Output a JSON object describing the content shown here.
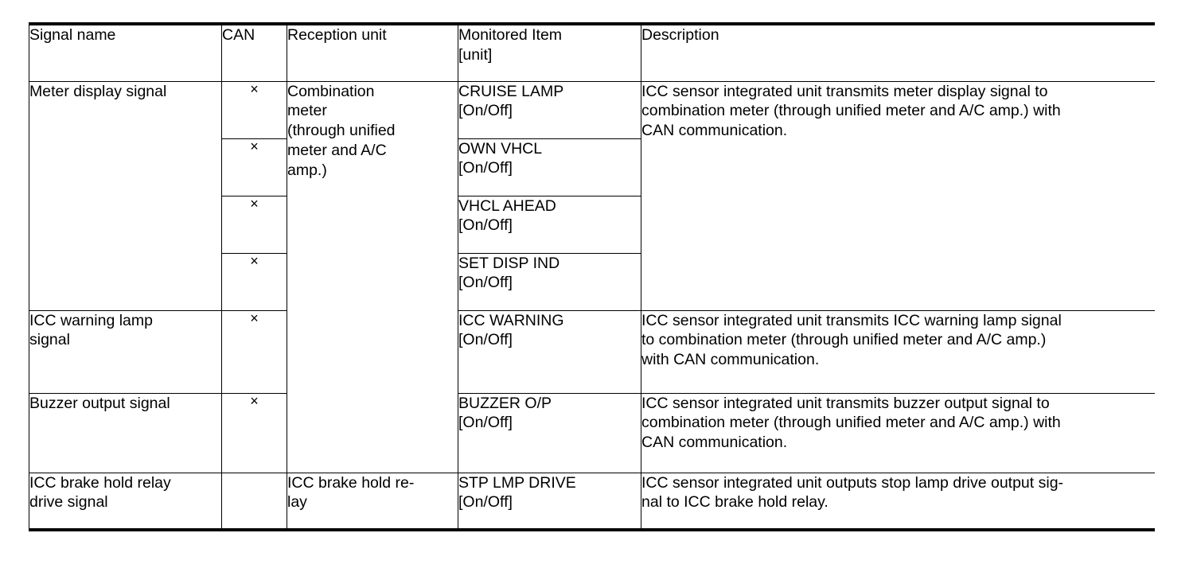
{
  "table": {
    "columns": [
      {
        "key": "signal_name",
        "label": "Signal name"
      },
      {
        "key": "can",
        "label": "CAN"
      },
      {
        "key": "reception_unit",
        "label": "Reception unit"
      },
      {
        "key": "monitored_item",
        "label_line1": "Monitored Item",
        "label_line2": "[unit]"
      },
      {
        "key": "description",
        "label": "Description"
      }
    ],
    "can_mark": "×",
    "groups": [
      {
        "signal_name": "Meter display signal",
        "reception_unit_lines": [
          "Combination",
          "meter",
          "(through unified",
          "meter and A/C",
          "amp.)"
        ],
        "description_lines": [
          "ICC sensor integrated unit transmits meter display signal to",
          "combination meter (through unified meter and A/C amp.) with",
          "CAN communication."
        ],
        "rows": [
          {
            "can": "×",
            "monitored_item": "CRUISE LAMP",
            "unit": "[On/Off]"
          },
          {
            "can": "×",
            "monitored_item": "OWN VHCL",
            "unit": "[On/Off]"
          },
          {
            "can": "×",
            "monitored_item": "VHCL AHEAD",
            "unit": "[On/Off]"
          },
          {
            "can": "×",
            "monitored_item": "SET DISP IND",
            "unit": "[On/Off]"
          }
        ]
      },
      {
        "signal_name_lines": [
          "ICC warning lamp",
          "signal"
        ],
        "description_lines": [
          "ICC sensor integrated unit transmits ICC warning lamp signal",
          "to combination meter (through unified meter and A/C amp.)",
          "with CAN communication."
        ],
        "rows": [
          {
            "can": "×",
            "monitored_item": "ICC WARNING",
            "unit": "[On/Off]"
          }
        ]
      },
      {
        "signal_name": "Buzzer output signal",
        "description_lines": [
          "ICC sensor integrated unit transmits buzzer output signal to",
          "combination meter (through unified meter and A/C amp.) with",
          "CAN communication."
        ],
        "rows": [
          {
            "can": "×",
            "monitored_item": "BUZZER O/P",
            "unit": "[On/Off]"
          }
        ]
      },
      {
        "signal_name_lines": [
          "ICC brake hold relay",
          "drive signal"
        ],
        "reception_unit_lines": [
          "ICC brake hold re-",
          "lay"
        ],
        "description_lines": [
          "ICC sensor integrated unit outputs stop lamp drive output sig-",
          "nal to ICC brake hold relay."
        ],
        "rows": [
          {
            "can": "",
            "monitored_item": "STP LMP DRIVE",
            "unit": "[On/Off]"
          }
        ]
      }
    ]
  }
}
